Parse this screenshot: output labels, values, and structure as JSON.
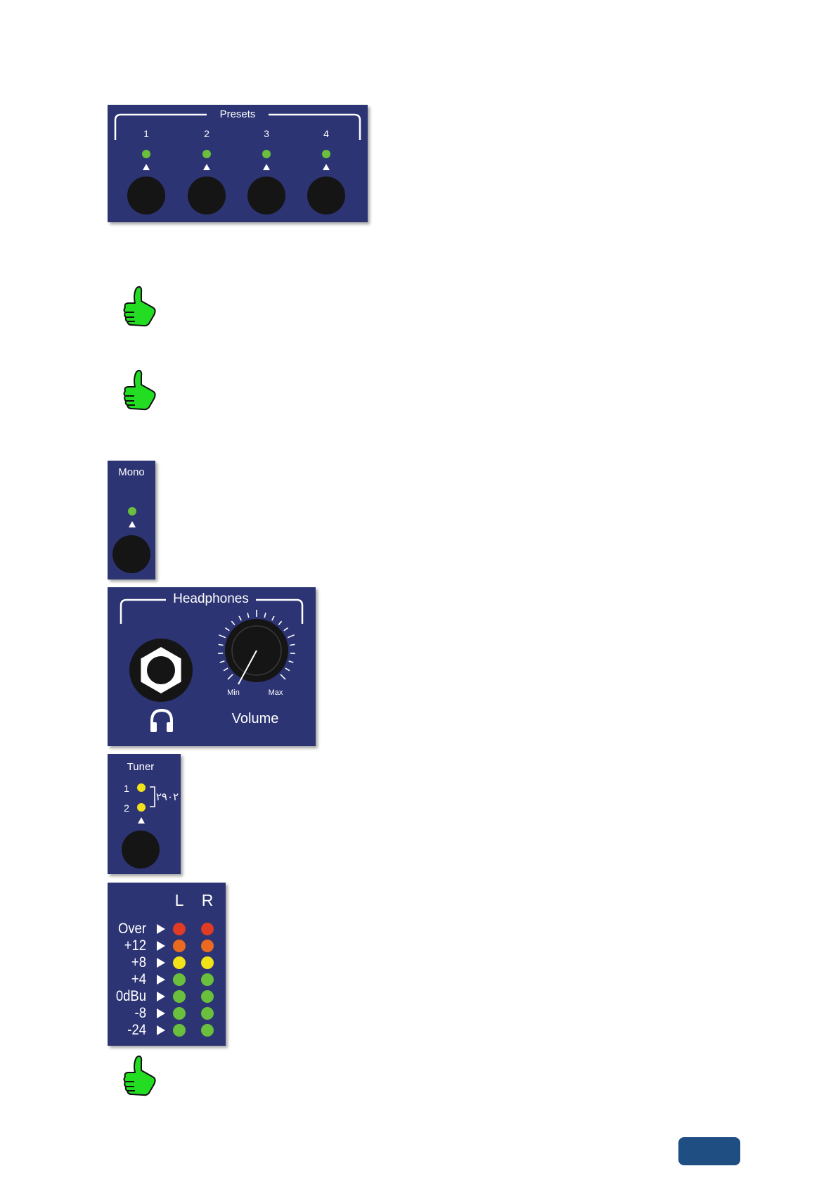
{
  "presets": {
    "title": "Presets",
    "buttons": [
      {
        "label": "1"
      },
      {
        "label": "2"
      },
      {
        "label": "3"
      },
      {
        "label": "4"
      }
    ],
    "led_color": "#6abf3c"
  },
  "mono": {
    "title": "Mono",
    "led_color": "#6abf3c"
  },
  "headphones": {
    "title": "Headphones",
    "volume_label": "Volume",
    "min_label": "Min",
    "max_label": "Max",
    "knob_icon": "headphones-icon"
  },
  "tuner": {
    "title": "Tuner",
    "items": [
      {
        "label": "1"
      },
      {
        "label": "2"
      }
    ],
    "script_label": "٢٩٠٢",
    "led_color": "#f2e21a"
  },
  "meter": {
    "columns": [
      "L",
      "R"
    ],
    "rows": [
      {
        "label": "Over",
        "color": "#e03b24"
      },
      {
        "label": "+12",
        "color": "#ea6a1f"
      },
      {
        "label": "+8",
        "color": "#f2e21a"
      },
      {
        "label": "+4",
        "color": "#6abf3c"
      },
      {
        "label": "0dBu",
        "color": "#6abf3c"
      },
      {
        "label": "-8",
        "color": "#6abf3c"
      },
      {
        "label": "-24",
        "color": "#6abf3c"
      }
    ]
  },
  "icons": {
    "tip": "thumbs-up-icon"
  },
  "colors": {
    "panel": "#2d3474",
    "page_tab": "#1f4e82",
    "thumb": "#22dd22"
  }
}
